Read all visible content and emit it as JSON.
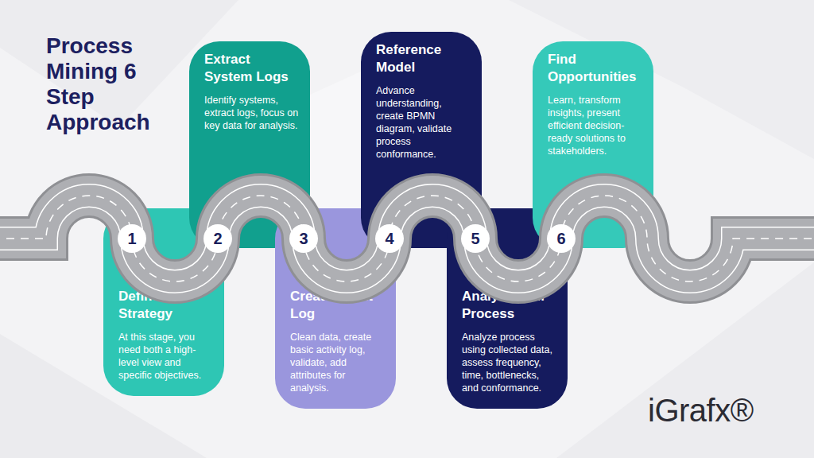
{
  "diagram": {
    "title": "Process Mining 6 Step Approach",
    "nodes": [
      {
        "text": [
          "Define Strategy",
          "At this stage, you need both a high-level view and specific objectives."
        ]
      },
      {
        "text": [
          "1"
        ]
      },
      {
        "text": [
          "Extract System Logs",
          "Identify systems, extract logs, focus on key data for analysis."
        ]
      },
      {
        "text": [
          "2"
        ]
      },
      {
        "text": [
          "Create Event Log",
          "Clean data, create basic activity log, validate, add attributes for analysis."
        ]
      },
      {
        "text": [
          "3"
        ]
      },
      {
        "text": [
          "Reference Model",
          "Advance understanding, create BPMN diagram, validate process conformance."
        ]
      },
      {
        "text": [
          "4"
        ]
      },
      {
        "text": [
          "Analyze your Process",
          "Analyze process using collected data, assess frequency, time, bottlenecks, and conformance."
        ]
      },
      {
        "text": [
          "5"
        ]
      },
      {
        "text": [
          "Find Opportunities",
          "Learn, transform insights, present efficient decision-ready solutions to stakeholders."
        ]
      },
      {
        "text": [
          "6"
        ]
      }
    ],
    "labels": [
      "iGrafx®"
    ]
  }
}
